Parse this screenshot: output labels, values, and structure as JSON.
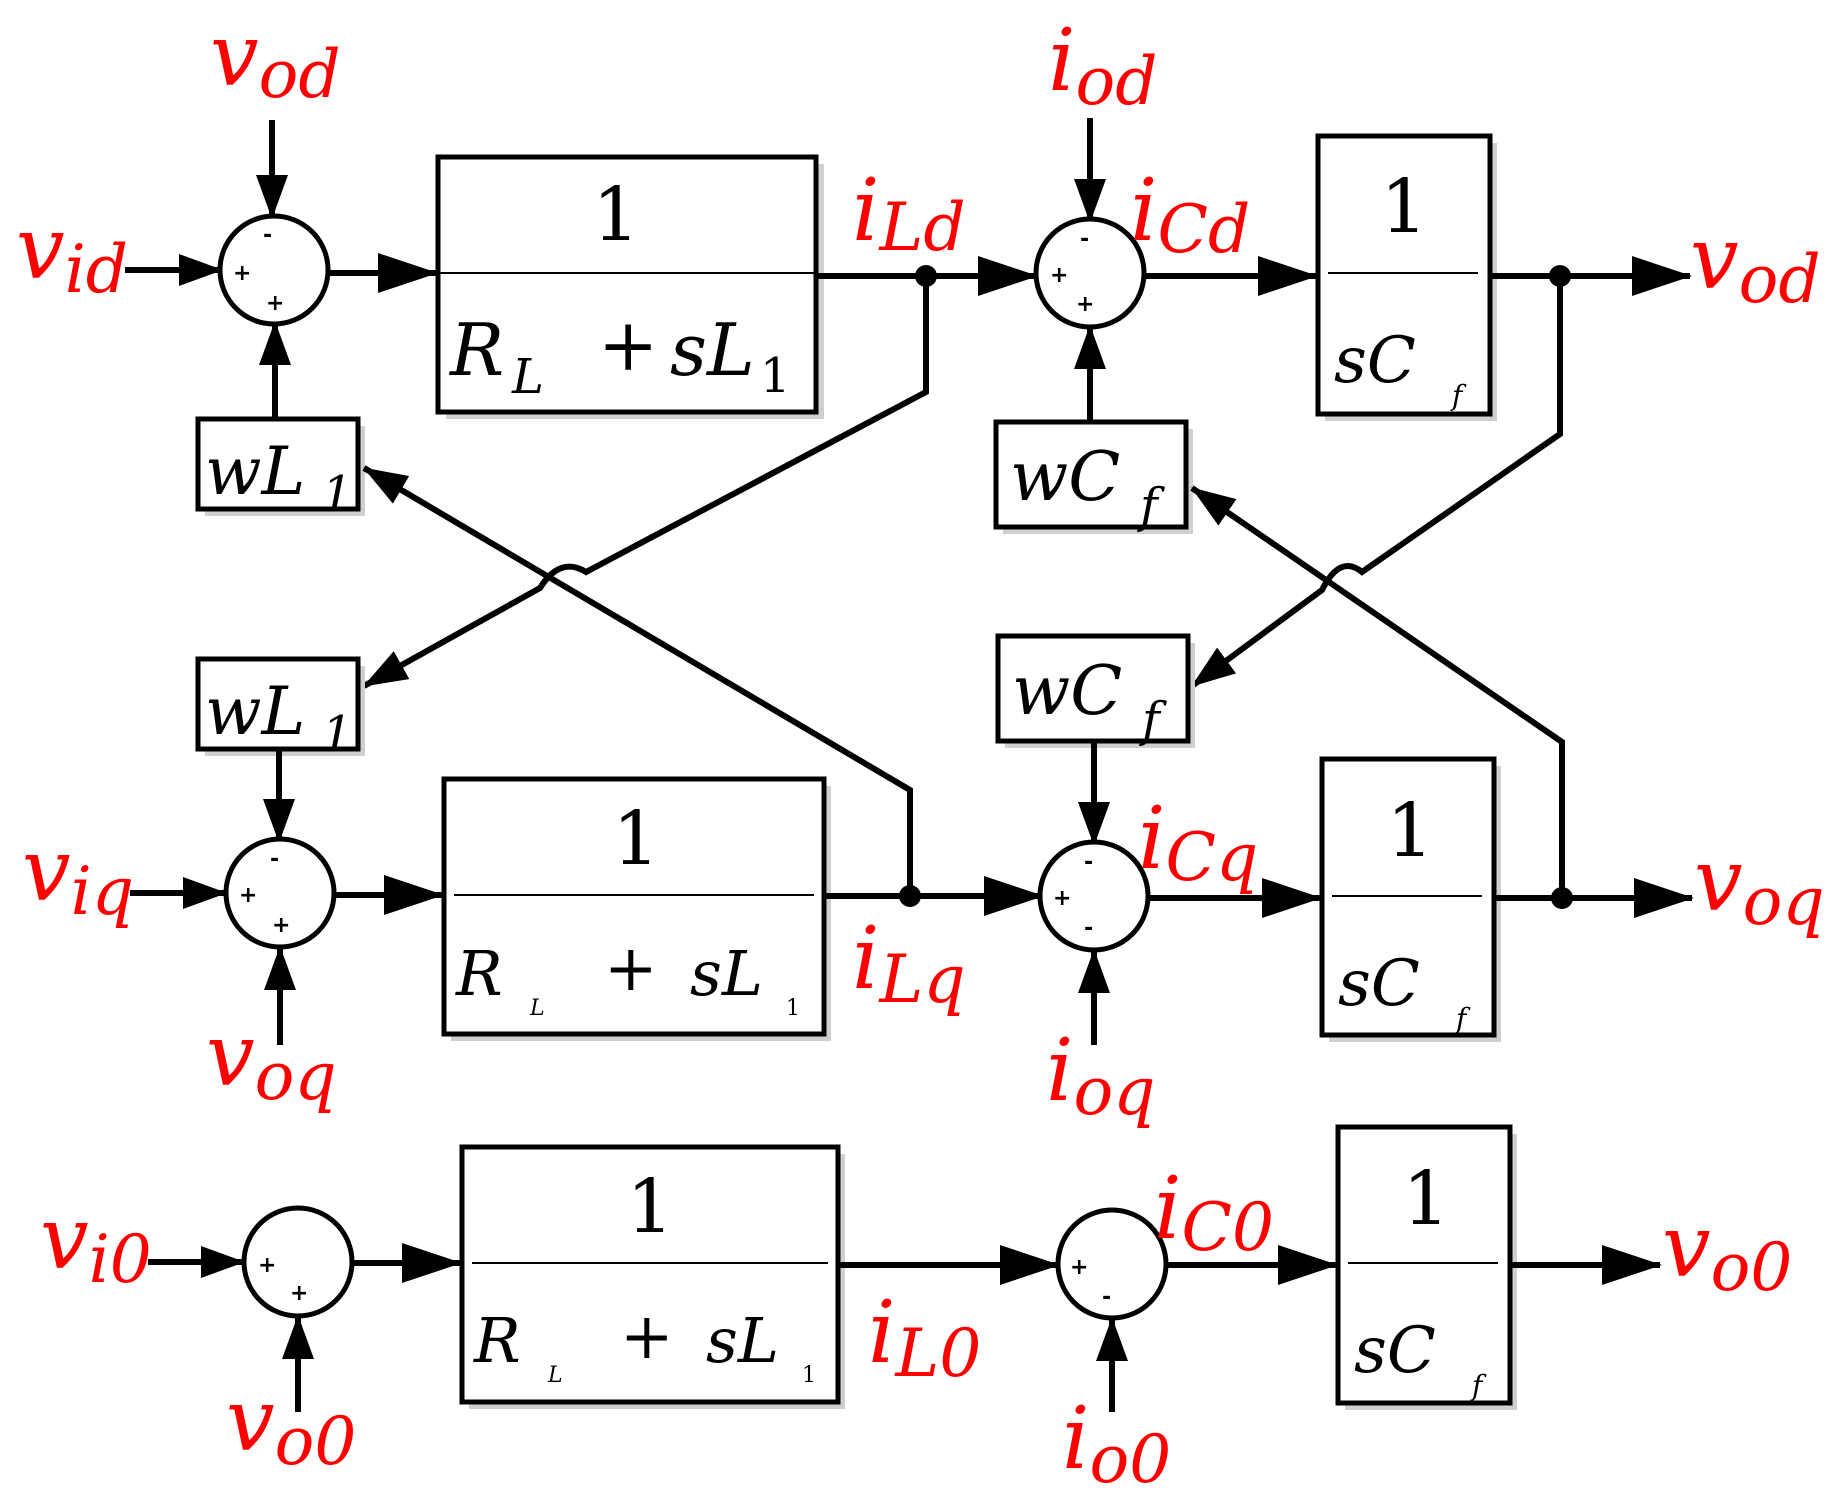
{
  "signals": {
    "v_od_in": {
      "base": "v",
      "sub": "od"
    },
    "v_id": {
      "base": "v",
      "sub": "id"
    },
    "i_Ld": {
      "base": "i",
      "sub": "Ld"
    },
    "i_od": {
      "base": "i",
      "sub": "od"
    },
    "i_Cd": {
      "base": "i",
      "sub": "Cd"
    },
    "v_od_out": {
      "base": "v",
      "sub": "od"
    },
    "v_iq": {
      "base": "v",
      "sub": "iq"
    },
    "v_oq_in": {
      "base": "v",
      "sub": "oq"
    },
    "i_Lq": {
      "base": "i",
      "sub": "Lq"
    },
    "i_Cq": {
      "base": "i",
      "sub": "Cq"
    },
    "i_oq": {
      "base": "i",
      "sub": "oq"
    },
    "v_oq_out": {
      "base": "v",
      "sub": "oq"
    },
    "v_i0": {
      "base": "v",
      "sub": "i0"
    },
    "v_o0_in": {
      "base": "v",
      "sub": "o0"
    },
    "i_L0": {
      "base": "i",
      "sub": "L0"
    },
    "i_C0": {
      "base": "i",
      "sub": "C0"
    },
    "i_o0": {
      "base": "i",
      "sub": "o0"
    },
    "v_o0_out": {
      "base": "v",
      "sub": "o0"
    }
  },
  "blocks": {
    "inductor": {
      "numerator": "1",
      "R": "R",
      "R_sub": "L",
      "plus": "+",
      "sL": "sL",
      "sL_sub": "1"
    },
    "capacitor": {
      "numerator": "1",
      "sC": "sC",
      "sC_sub": "f"
    },
    "wL": {
      "base": "wL",
      "sub": "1"
    },
    "wC": {
      "base": "wC",
      "sub": "f"
    }
  },
  "signs": {
    "plus": "+",
    "minus": "-"
  }
}
